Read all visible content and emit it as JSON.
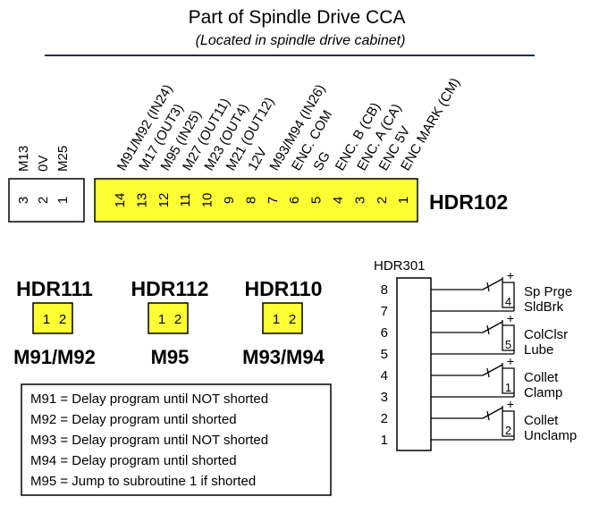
{
  "title": "Part of Spindle Drive CCA",
  "subtitle": "(Located in spindle drive cabinet)",
  "colors": {
    "header_fill": "#ffff33",
    "title_rule": "#1f2d5a",
    "stroke": "#000000"
  },
  "small_header": {
    "labels": [
      "M13",
      "0V",
      "M25"
    ],
    "pins": [
      "3",
      "2",
      "1"
    ]
  },
  "hdr102": {
    "name": "HDR102",
    "labels": [
      "M91/M92 (IN24)",
      "M17 (OUT3)",
      "M95 (IN25)",
      "M27 (OUT11)",
      "M23 (OUT4)",
      "M21 (OUT12)",
      "12V",
      "M93/M94 (IN26)",
      "ENC. COM",
      "SG",
      "ENC. B (CB)",
      "ENC. A (CA)",
      "ENC 5V",
      "ENC MARK (CM)"
    ],
    "pins": [
      "14",
      "13",
      "12",
      "11",
      "10",
      "9",
      "8",
      "7",
      "6",
      "5",
      "4",
      "3",
      "2",
      "1"
    ]
  },
  "jumpers": [
    {
      "name": "HDR111",
      "pins": [
        "1",
        "2"
      ],
      "label": "M91/M92"
    },
    {
      "name": "HDR112",
      "pins": [
        "1",
        "2"
      ],
      "label": "M95"
    },
    {
      "name": "HDR110",
      "pins": [
        "1",
        "2"
      ],
      "label": "M93/M94"
    }
  ],
  "legend": [
    "M91 = Delay program until NOT shorted",
    "M92 = Delay program until shorted",
    "M93 = Delay program until NOT shorted",
    "M94 = Delay program until shorted",
    "M95 = Jump to subroutine 1 if shorted"
  ],
  "hdr301": {
    "name": "HDR301",
    "pins": [
      "8",
      "7",
      "6",
      "5",
      "4",
      "3",
      "2",
      "1"
    ],
    "relays": [
      {
        "number": "4",
        "plus": "+",
        "labels": [
          "Sp Prge",
          "SldBrk"
        ]
      },
      {
        "number": "5",
        "plus": "+",
        "labels": [
          "ColClsr",
          "Lube"
        ]
      },
      {
        "number": "1",
        "plus": "+",
        "labels": [
          "Collet",
          "Clamp"
        ]
      },
      {
        "number": "2",
        "plus": "+",
        "labels": [
          "Collet",
          "Unclamp"
        ]
      }
    ]
  }
}
